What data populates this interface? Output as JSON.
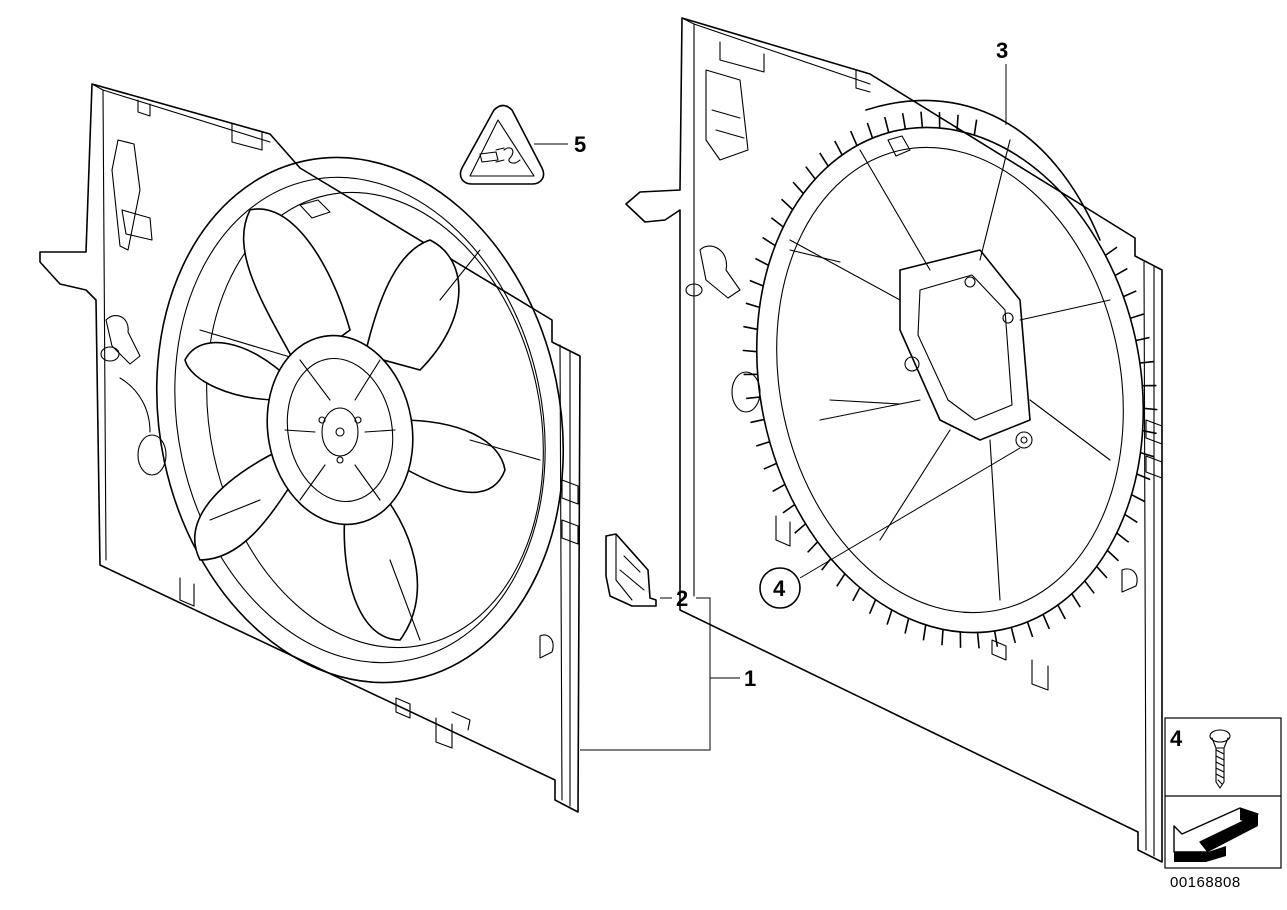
{
  "callouts": {
    "c1": "1",
    "c2": "2",
    "c3": "3",
    "c4_circle": "4",
    "c5": "5",
    "legend_4": "4"
  },
  "reference_number": "00168808",
  "icon": {
    "warning_symbol": "connector-warning-icon",
    "screw_symbol": "screw-icon",
    "arrow_symbol": "arrow-icon"
  }
}
